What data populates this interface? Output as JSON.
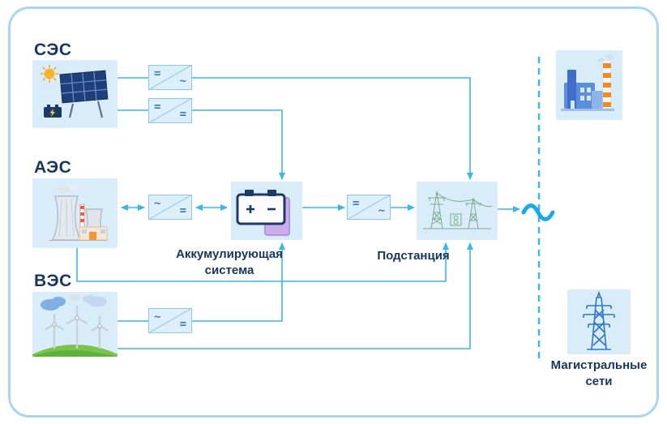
{
  "diagram": {
    "colors": {
      "frame_border": "#a9d6ef",
      "node_fill": "#d9ecf9",
      "label_text": "#17365d",
      "line": "#3db5e8",
      "wave": "#18aae6",
      "battery_glow": "#cbaeea",
      "substation_drawing": "#7cab8e"
    },
    "sources": [
      {
        "id": "ses",
        "label": "СЭС",
        "icon": "solar-plant-icon"
      },
      {
        "id": "aes",
        "label": "АЭС",
        "icon": "nuclear-plant-icon"
      },
      {
        "id": "ves",
        "label": "ВЭС",
        "icon": "wind-plant-icon"
      }
    ],
    "storage": {
      "label_line1": "Аккумулирующая",
      "label_line2": "система",
      "icon": "battery-icon"
    },
    "substation": {
      "label": "Подстанция",
      "icon": "substation-icon"
    },
    "consumers": {
      "factory_icon": "factory-icon",
      "grid": {
        "label_line1": "Магистральные",
        "label_line2": "сети",
        "icon": "transmission-tower-icon"
      }
    },
    "converters": [
      {
        "id": "solar-inverter",
        "in": "=",
        "out": "~"
      },
      {
        "id": "solar-dc-dc",
        "in": "=",
        "out": "="
      },
      {
        "id": "nuclear-rectifier",
        "in": "~",
        "out": "="
      },
      {
        "id": "battery-inverter",
        "in": "=",
        "out": "~"
      },
      {
        "id": "wind-rectifier",
        "in": "~",
        "out": "="
      }
    ],
    "ac_wave_symbol": "~"
  }
}
